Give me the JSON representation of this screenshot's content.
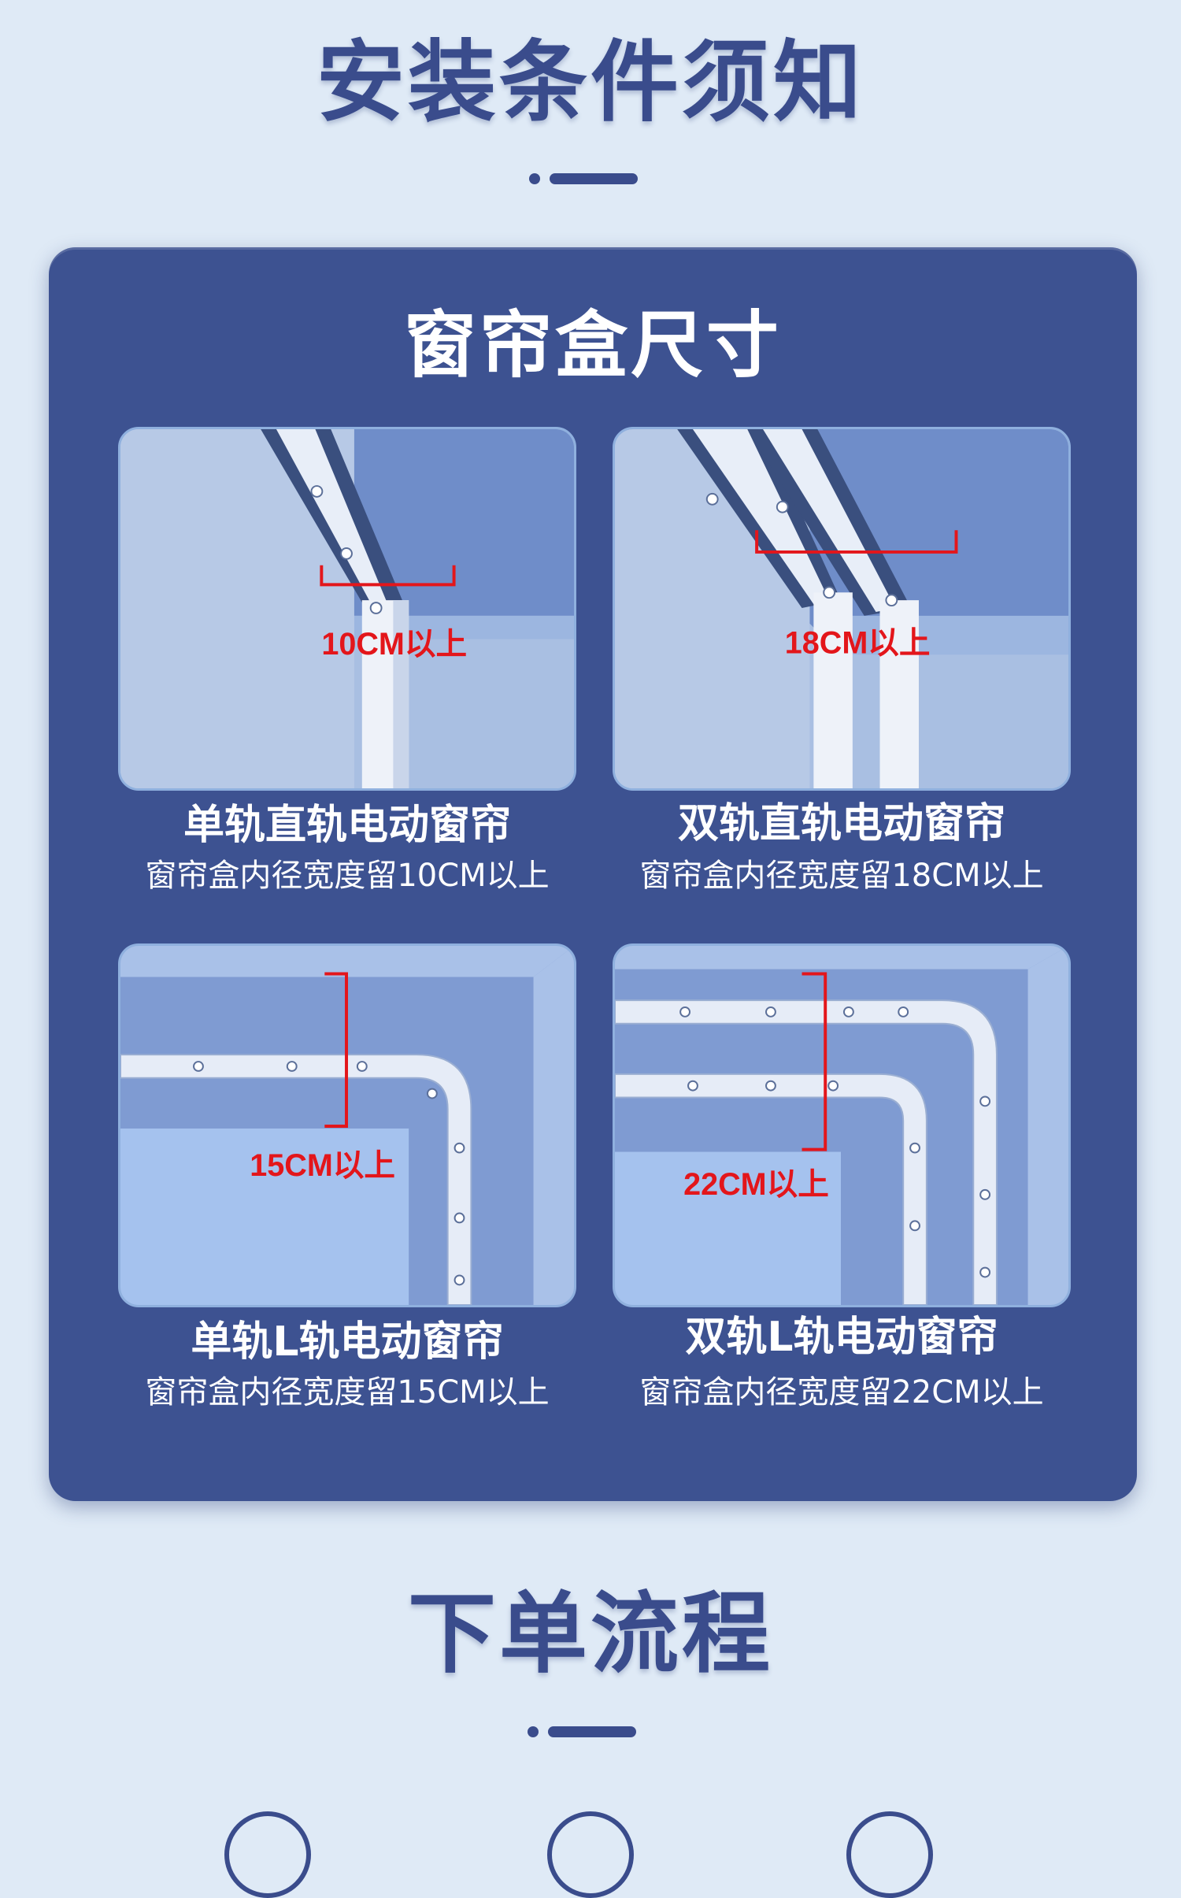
{
  "header": {
    "title": "安装条件须知"
  },
  "panel": {
    "title": "窗帘盒尺寸",
    "cards": [
      {
        "name": "单轨直轨电动窗帘",
        "desc": "窗帘盒内径宽度留10CM以上",
        "measure": "10CM以上"
      },
      {
        "name": "双轨直轨电动窗帘",
        "desc": "窗帘盒内径宽度留18CM以上",
        "measure": "18CM以上"
      },
      {
        "name": "单轨L轨电动窗帘",
        "desc": "窗帘盒内径宽度留15CM以上",
        "measure": "15CM以上"
      },
      {
        "name": "双轨L轨电动窗帘",
        "desc": "窗帘盒内径宽度留22CM以上",
        "measure": "22CM以上"
      }
    ]
  },
  "section2": {
    "title": "下单流程"
  },
  "colors": {
    "primary": "#3a4c8c",
    "panel": "#3d5291",
    "measure": "#e3161b",
    "background": "#dfeaf6"
  }
}
